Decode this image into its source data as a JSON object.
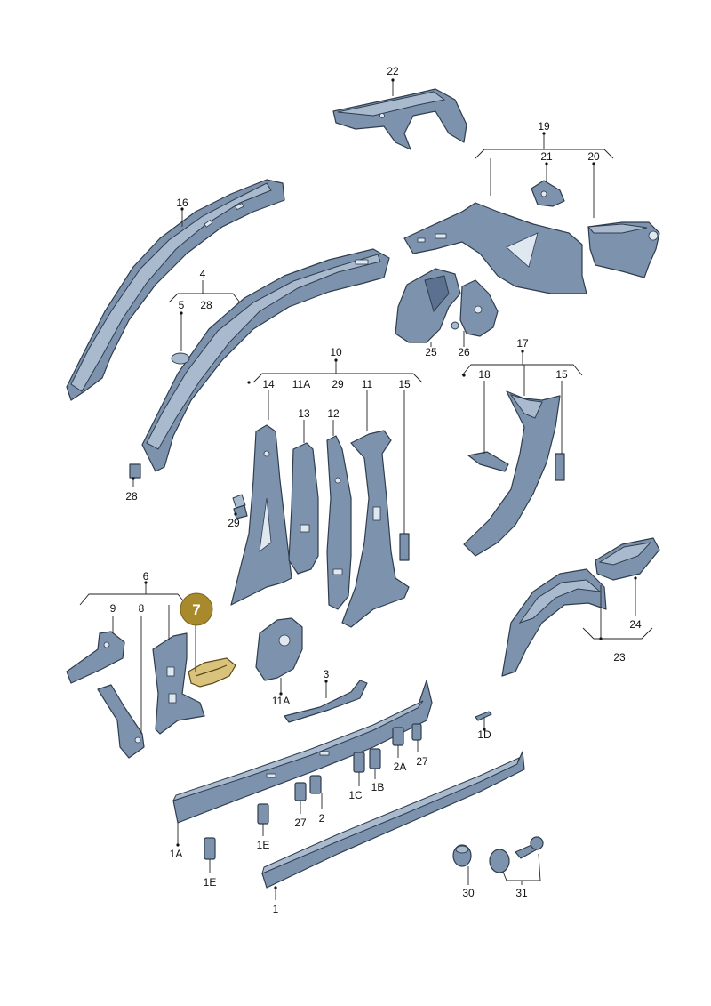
{
  "highlight": {
    "label": "7",
    "color": "#a88a2d"
  },
  "colors": {
    "part": "#7d93ad",
    "outline": "#2f3d4e",
    "highlight_part": "#d9c27c"
  },
  "labels": {
    "l22": "22",
    "l19": "19",
    "l21": "21",
    "l20": "20",
    "l16": "16",
    "l4": "4",
    "l5": "5",
    "l28a": "28",
    "l25": "25",
    "l26": "26",
    "l10": "10",
    "l17": "17",
    "l14": "14",
    "l11a_top": "11A",
    "l29a": "29",
    "l11": "11",
    "l15a": "15",
    "l18": "18",
    "l15b": "15",
    "l13": "13",
    "l12": "12",
    "l28b": "28",
    "l29b": "29",
    "l6": "6",
    "l9": "9",
    "l8": "8",
    "l11a_bottom": "11A",
    "l3": "3",
    "l24": "24",
    "l23": "23",
    "l1d": "1D",
    "l2a": "2A",
    "l27a": "27",
    "l1c": "1C",
    "l1b": "1B",
    "l27b": "27",
    "l2": "2",
    "l1e_a": "1E",
    "l1a": "1A",
    "l1e_b": "1E",
    "l1": "1",
    "l30": "30",
    "l31": "31"
  }
}
